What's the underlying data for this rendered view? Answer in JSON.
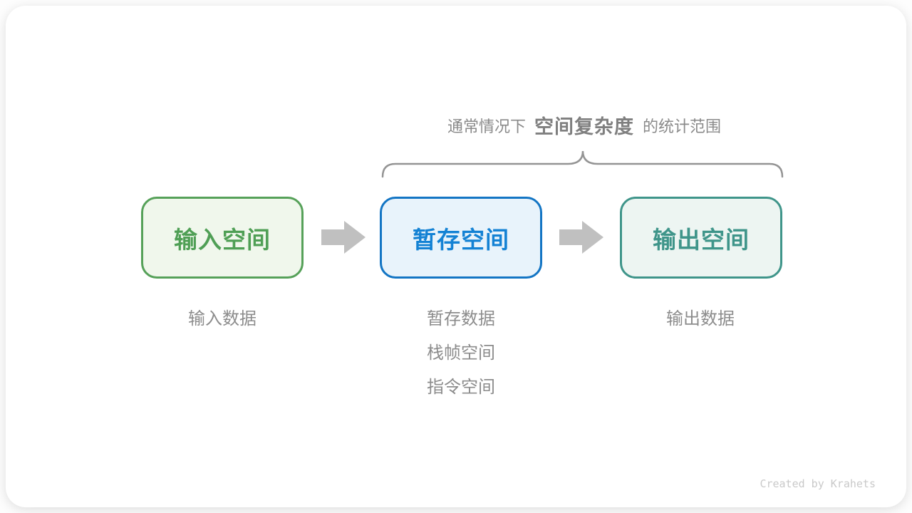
{
  "title": {
    "prefix": "通常情况下",
    "highlight": "空间复杂度",
    "suffix": "的统计范围"
  },
  "boxes": [
    {
      "label": "输入空间",
      "sublabels": [
        "输入数据"
      ]
    },
    {
      "label": "暂存空间",
      "sublabels": [
        "暂存数据",
        "栈帧空间",
        "指令空间"
      ]
    },
    {
      "label": "输出空间",
      "sublabels": [
        "输出数据"
      ]
    }
  ],
  "credit": "Created by Krahets",
  "colors": {
    "input_border": "#56a159",
    "input_fill": "#f0f7ec",
    "input_text": "#4f9f55",
    "temp_border": "#1375c4",
    "temp_fill": "#e8f3fb",
    "temp_text": "#1482d4",
    "output_border": "#3f958a",
    "output_fill": "#edf5f2",
    "output_text": "#3f958a",
    "arrow": "#c0c0c0",
    "brace": "#949494",
    "title_text": "#8a8a8a",
    "sublabel_text": "#8c8c8c",
    "credit_text": "#c9c9c9",
    "card_bg": "#ffffff"
  }
}
